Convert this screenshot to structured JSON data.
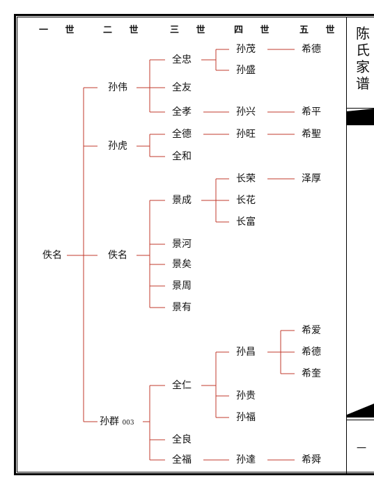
{
  "title": "陈氏家谱",
  "generations": [
    "一 世",
    "二 世",
    "三 世",
    "四 世",
    "五 世"
  ],
  "people": {
    "g1_yiming": "佚名",
    "g2_sunwei": "孙伟",
    "g2_sunhu": "孙虎",
    "g2_yiming": "佚名",
    "g2_sunqun": "孙群",
    "g2_sunqun_no": "003",
    "g3_quanzhong": "全忠",
    "g3_quanyou": "全友",
    "g3_quanxiao": "全孝",
    "g3_quande": "全德",
    "g3_quanhe": "全和",
    "g3_jingcheng": "景成",
    "g3_jinghe": "景河",
    "g3_jingyi": "景矣",
    "g3_jingzhou": "景周",
    "g3_jingyou": "景有",
    "g3_quanren": "全仁",
    "g3_quanliang": "全良",
    "g3_quanfu": "全福",
    "g4_sunmao": "孙茂",
    "g4_sunsheng": "孙盛",
    "g4_sunxing": "孙兴",
    "g4_sunwang": "孙旺",
    "g4_changrong": "长荣",
    "g4_changhua": "长花",
    "g4_changfu": "长富",
    "g4_sunchang": "孙昌",
    "g4_sungui": "孙贵",
    "g4_sunfu": "孙福",
    "g4_sunda": "孙達",
    "g5_xide1": "希德",
    "g5_xiping": "希平",
    "g5_xisheng": "希聖",
    "g5_zehou": "泽厚",
    "g5_xiai": "希爱",
    "g5_xide2": "希德",
    "g5_xikui": "希奎",
    "g5_xishun": "希舜"
  },
  "footer_mark": "一",
  "colors": {
    "line": "#c0392b",
    "frame": "#000000"
  }
}
